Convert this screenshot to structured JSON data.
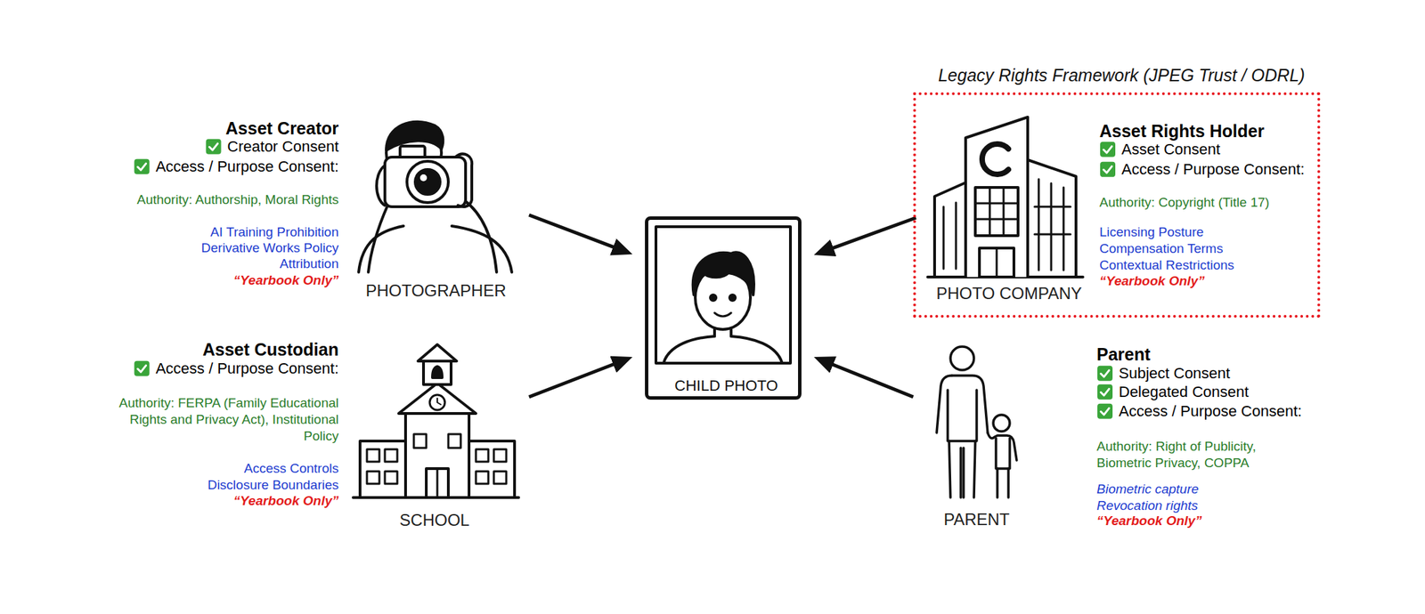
{
  "diagram": {
    "nodes": [
      {
        "text": [
          "Asset Creator",
          "Creator Consent",
          "Access / Purpose Consent:",
          "Authority: Authorship, Moral Rights",
          "AI Training Prohibition",
          "Derivative Works Policy",
          "Attribution",
          "“Yearbook Only”",
          "PHOTOGRAPHER"
        ]
      },
      {
        "text": [
          "Legacy Rights Framework (JPEG Trust / ODRL)"
        ]
      },
      {
        "text": [
          "Asset Rights Holder",
          "Asset Consent",
          "Access / Purpose Consent:",
          "Authority: Copyright (Title 17)",
          "Licensing Posture",
          "Compensation Terms",
          "Contextual Restrictions",
          "“Yearbook Only”",
          "PHOTO COMPANY"
        ],
        "in": 1
      },
      {
        "text": [
          "CHILD PHOTO"
        ]
      },
      {
        "text": [
          "Asset Custodian",
          "Access / Purpose Consent:",
          "Authority: FERPA (Family Educational Rights and Privacy Act), Institutional Policy",
          "Access Controls",
          "Disclosure Boundaries",
          "“Yearbook Only”",
          "SCHOOL"
        ]
      },
      {
        "text": [
          "Parent",
          "Subject Consent",
          "Delegated Consent",
          "Access / Purpose Consent:",
          "Authority: Right of Publicity, Biometric Privacy, COPPA",
          "Biometric capture",
          "Revocation rights",
          "“Yearbook Only”",
          "PARENT"
        ]
      }
    ],
    "edges": [
      {
        "from": 0,
        "to": 3,
        "arrow": "to"
      },
      {
        "from": 2,
        "to": 3,
        "arrow": "to"
      },
      {
        "from": 4,
        "to": 3,
        "arrow": "to"
      },
      {
        "from": 5,
        "to": 3,
        "arrow": "to"
      }
    ]
  }
}
